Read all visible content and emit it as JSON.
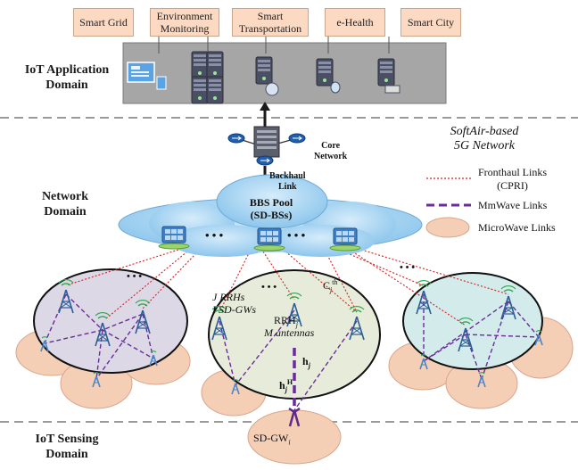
{
  "applications": [
    "Smart Grid",
    "Environment Monitoring",
    "Smart Transportation",
    "e-Health",
    "Smart City"
  ],
  "domains": {
    "application_line1": "IoT Application",
    "application_line2": "Domain",
    "network_line1": "Network",
    "network_line2": "Domain",
    "sensing_line1": "IoT Sensing",
    "sensing_line2": "Domain"
  },
  "network_title_line1": "SoftAir-based",
  "network_title_line2": "5G Network",
  "core_network_line1": "Core",
  "core_network_line2": "Network",
  "backhaul_line1": "Backhaul",
  "backhaul_line2": "Link",
  "bbs_pool_line1": "BBS Pool",
  "bbs_pool_line2": "(SD-BSs)",
  "legend": {
    "fronthaul_line1": "Fronthaul Links",
    "fronthaul_line2": "(CPRI)",
    "mmwave": "MmWave Links",
    "microwave": "MicroWave Links"
  },
  "cell": {
    "rrh_count": "J RRHs",
    "sdgw_count": "I SD-GWs",
    "rrh_j": "RRH",
    "rrh_sub": "j",
    "antennas": "M antennas",
    "cth_c": "C",
    "cth_sub": "j",
    "cth_sup": "th",
    "h_main": "h",
    "h_sub": "j",
    "h2_main": "h",
    "h2_sub": "j",
    "h2_sup": "H",
    "sdgw_i": "SD-GW",
    "sdgw_sub": "i"
  },
  "ellipsis": "• • •",
  "colors": {
    "app_box": "#fbd9c3",
    "app_panel": "#a6a6a6",
    "cloud": "#9fcfee",
    "fronthaul": "#d62020",
    "mmwave": "#6a2c9a",
    "microwave": "#f4cfb6",
    "tower": "#2c5d96",
    "cell_left": "#dcd8e6",
    "cell_mid": "#e6ecd9",
    "cell_right": "#d4ebec"
  }
}
